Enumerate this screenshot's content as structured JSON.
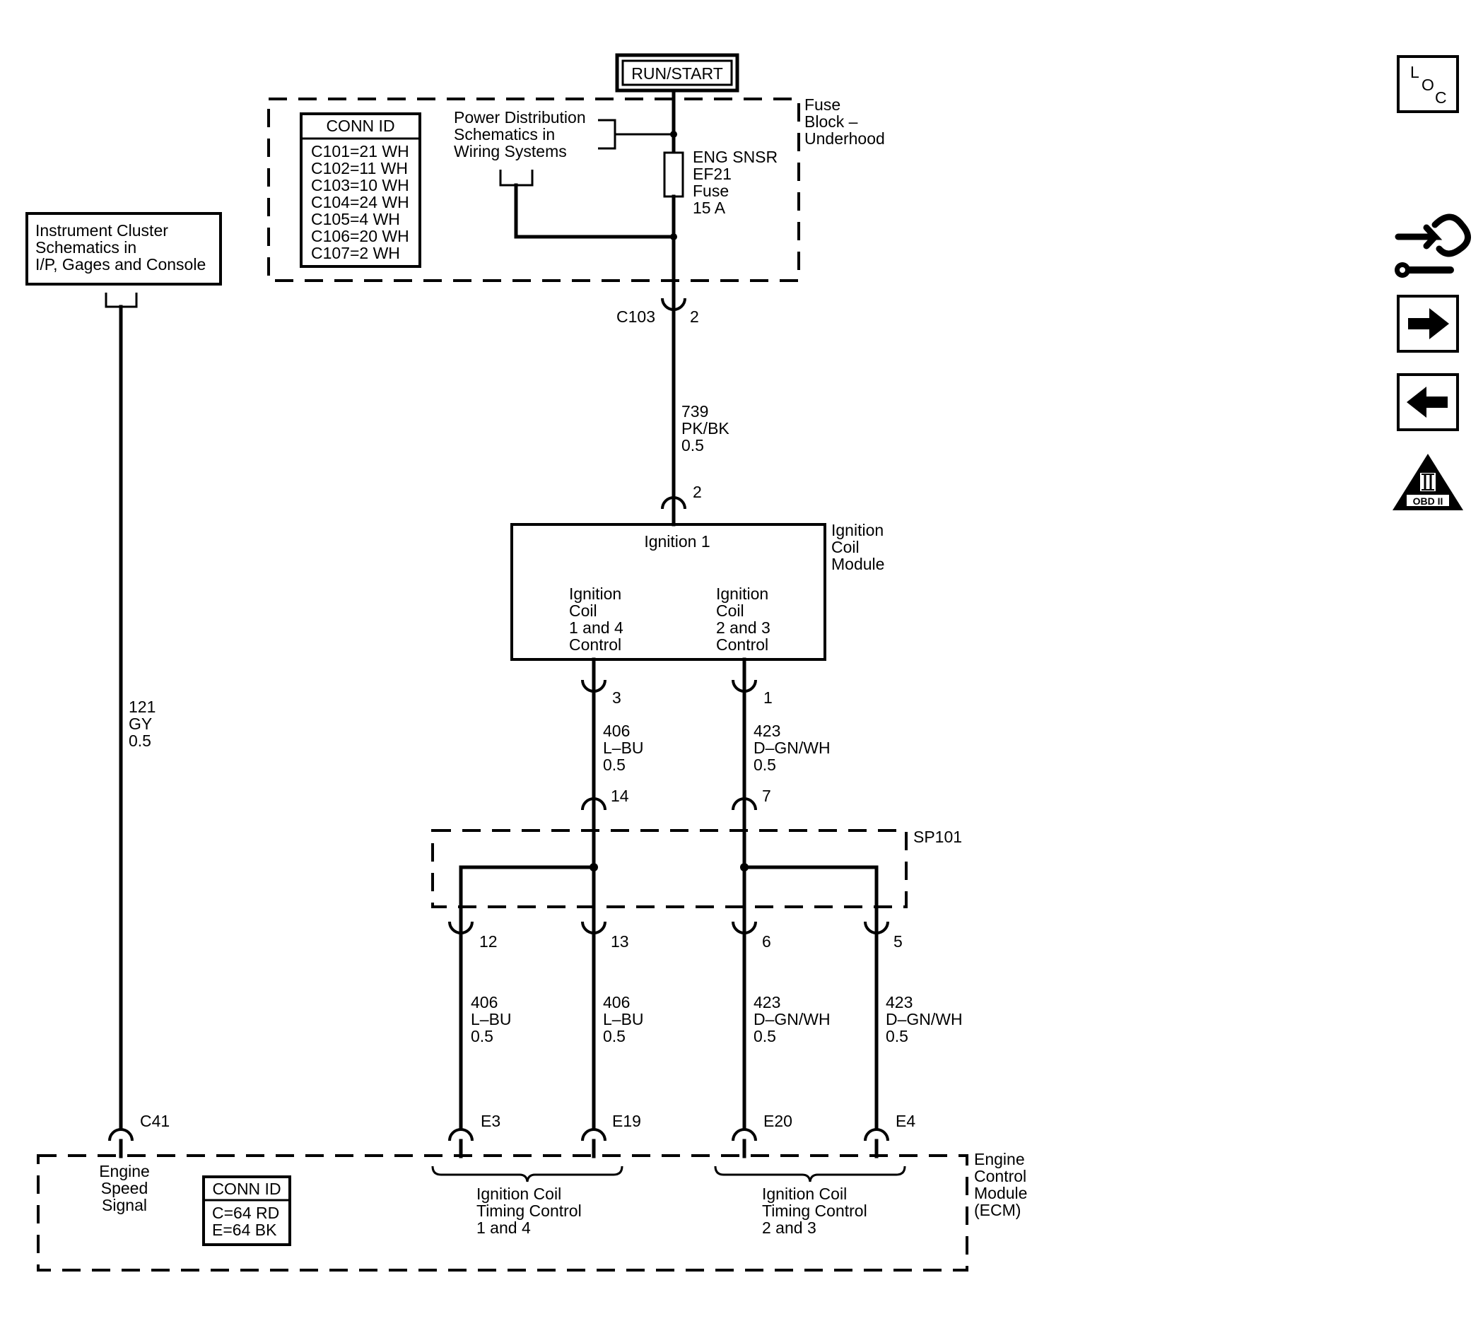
{
  "power": {
    "run_start": "RUN/START"
  },
  "fuse_block": {
    "label": [
      "Fuse",
      "Block –",
      "Underhood"
    ],
    "conn_id": {
      "title": "CONN ID",
      "rows": [
        "C101=21 WH",
        "C102=11 WH",
        "C103=10 WH",
        "C104=24 WH",
        "C105=4 WH",
        "C106=20 WH",
        "C107=2 WH"
      ]
    },
    "power_dist_ref": [
      "Power Distribution",
      "Schematics in",
      "Wiring Systems"
    ],
    "fuse": [
      "ENG SNSR",
      "EF21",
      "Fuse",
      "15 A"
    ],
    "connector": "C103",
    "pin": "2"
  },
  "instrument_ref": [
    "Instrument Cluster",
    "Schematics in",
    "I/P, Gages and Console"
  ],
  "wire_121": [
    "121",
    "GY",
    "0.5"
  ],
  "wire_739": [
    "739",
    "PK/BK",
    "0.5"
  ],
  "coil_module": {
    "in_pin": "2",
    "title": "Ignition 1",
    "label": [
      "Ignition",
      "Coil",
      "Module"
    ],
    "ctrl_14": [
      "Ignition",
      "Coil",
      "1 and 4",
      "Control"
    ],
    "ctrl_23": [
      "Ignition",
      "Coil",
      "2 and 3",
      "Control"
    ],
    "pin_a": "3",
    "pin_b": "1"
  },
  "wire_406": [
    "406",
    "L–BU",
    "0.5"
  ],
  "wire_423": [
    "423",
    "D–GN/WH",
    "0.5"
  ],
  "splice": {
    "label": "SP101",
    "in_pins": [
      "14",
      "7"
    ],
    "out_pins": [
      "12",
      "13",
      "6",
      "5"
    ]
  },
  "ecm": {
    "label": [
      "Engine",
      "Control",
      "Module",
      "(ECM)"
    ],
    "pins": [
      "C41",
      "E3",
      "E19",
      "E20",
      "E4"
    ],
    "engine_speed": [
      "Engine",
      "Speed",
      "Signal"
    ],
    "conn_id": {
      "title": "CONN ID",
      "rows": [
        "C=64 RD",
        "E=64 BK"
      ]
    },
    "timing_14": [
      "Ignition Coil",
      "Timing Control",
      "1 and 4"
    ],
    "timing_23": [
      "Ignition Coil",
      "Timing Control",
      "2 and 3"
    ]
  },
  "nav": {
    "loc": [
      "L",
      "O",
      "C"
    ],
    "obd": "OBD II",
    "icons": [
      "location-icon",
      "wrench-hand-icon",
      "next-arrow-icon",
      "back-arrow-icon",
      "obd-ii-icon"
    ]
  }
}
